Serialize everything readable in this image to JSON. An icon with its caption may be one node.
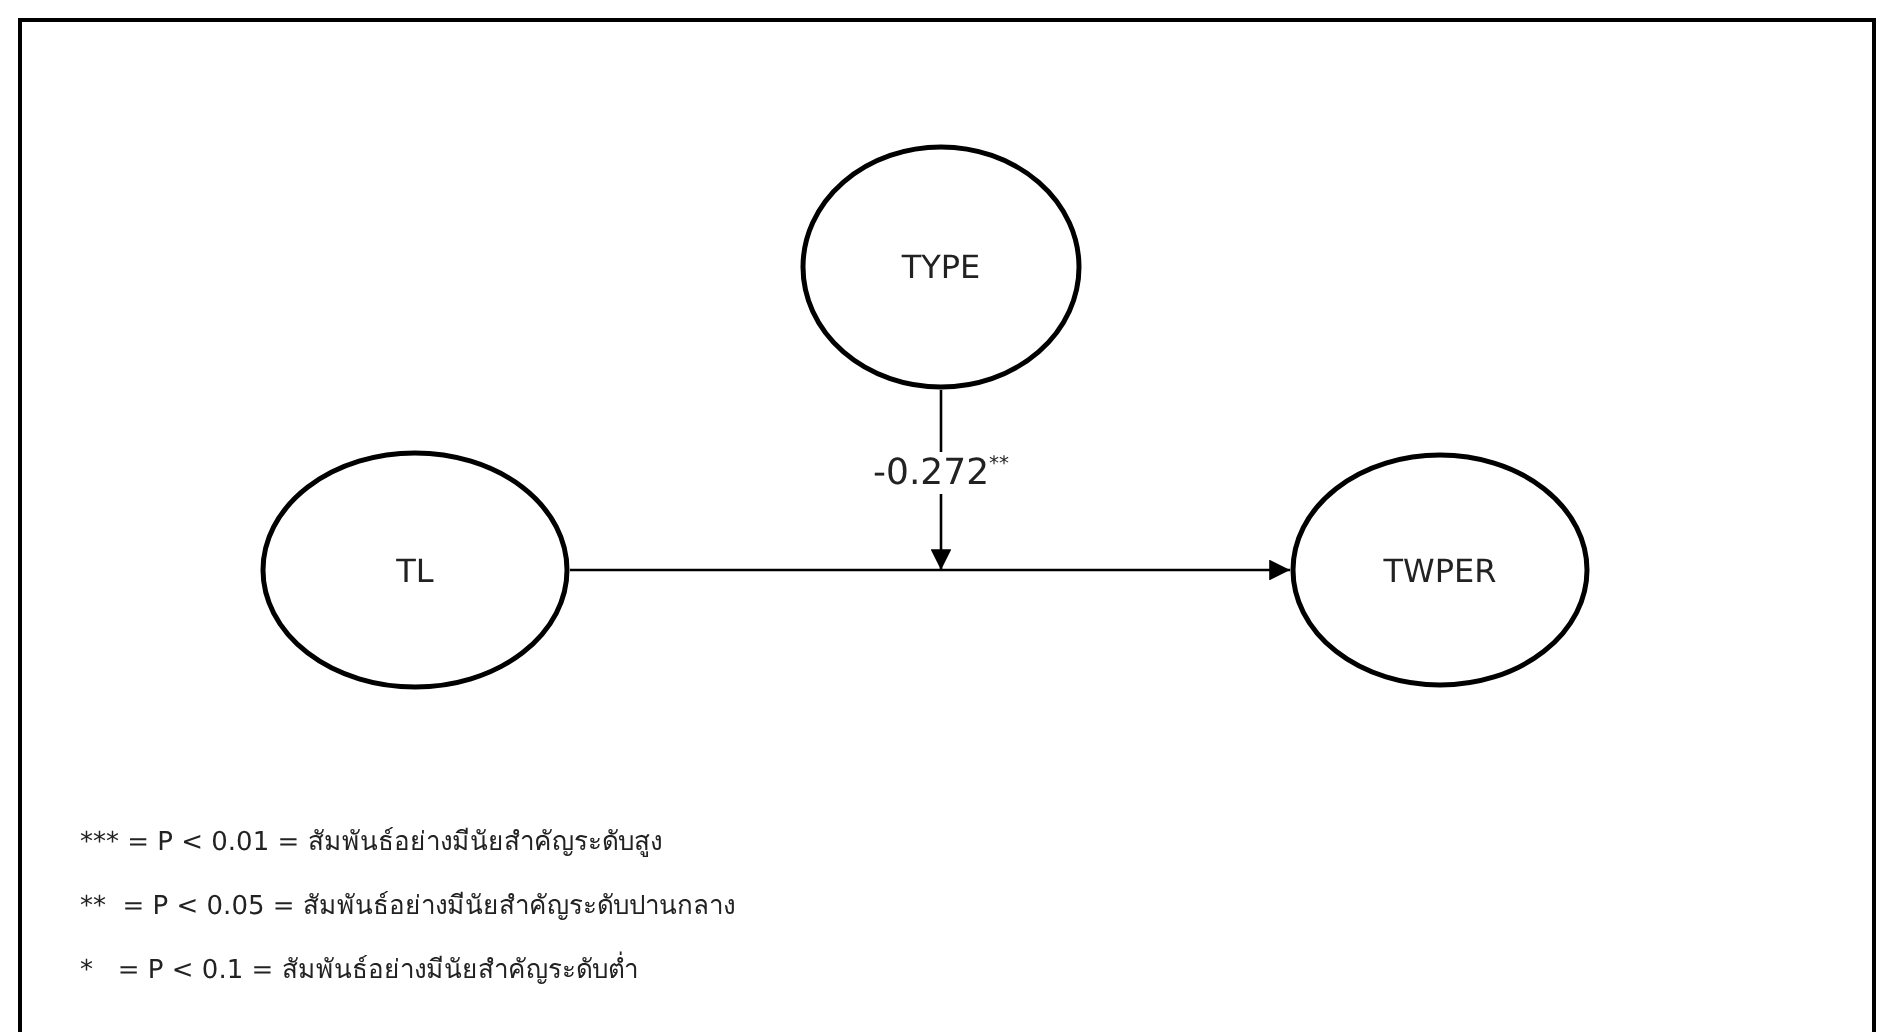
{
  "diagram": {
    "nodes": [
      {
        "text": [
          "TYPE"
        ]
      },
      {
        "text": [
          "TL"
        ]
      },
      {
        "text": [
          "TWPER"
        ]
      }
    ],
    "edges": [
      {
        "from": 0,
        "to": null,
        "arrow": "to",
        "label": "-0.272$^{**}$"
      },
      {
        "from": 1,
        "to": 2,
        "arrow": "to"
      }
    ],
    "labels": [
      "*** = P < 0.01 = สัมพันธ์อย่างมีนัยสำคัญระดับสูง",
      "**  = P < 0.05 = สัมพันธ์อย่างมีนัยสำคัญระดับปานกลาง",
      "*   = P < 0.1 = สัมพันธ์อย่างมีนัยสำคัญระดับต่ำ"
    ]
  }
}
